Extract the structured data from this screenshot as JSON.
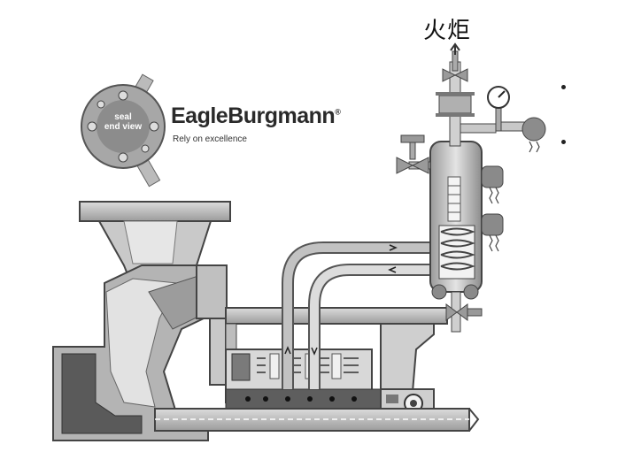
{
  "labels": {
    "flare": "火炬",
    "brand_name": "EagleBurgmann",
    "brand_reg": "®",
    "brand_tagline": "Rely on excellence",
    "seal_view_line1": "seal",
    "seal_view_line2": "end view"
  },
  "colors": {
    "casing": "#c6c6c6",
    "casing_dark": "#8a8a8a",
    "outline": "#555555",
    "pipe": "#bdbdbd",
    "shaft": "#e8e8e8",
    "fluid": "#6a6a6a"
  },
  "icons": [
    "seal-end-view-icon",
    "pressure-gauge-icon",
    "valve-icon",
    "bearing-icon"
  ]
}
